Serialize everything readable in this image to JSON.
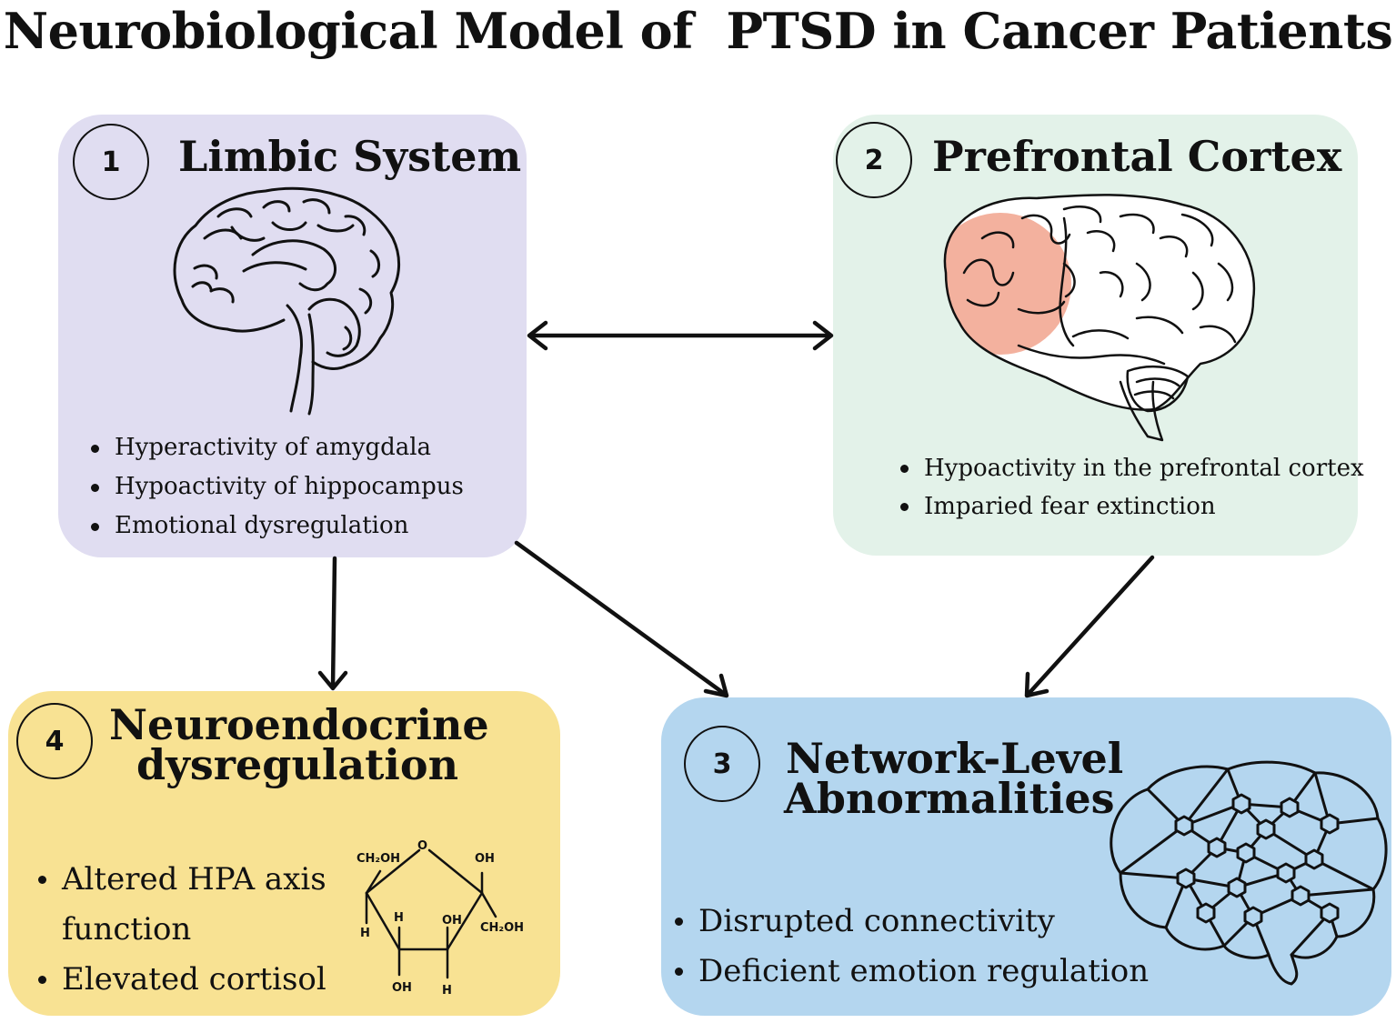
{
  "title": "Neurobiological Model of  PTSD in Cancer Patients",
  "panels": {
    "limbic": {
      "number": "1",
      "heading": "Limbic System",
      "bullets": [
        "Hyperactivity of amygdala",
        "Hypoactivity of hippocampus",
        "Emotional dysregulation"
      ],
      "color": "#e0ddf1",
      "icon": "brain-sagittal-icon"
    },
    "prefrontal": {
      "number": "2",
      "heading": "Prefrontal Cortex",
      "bullets": [
        "Hypoactivity in the prefrontal cortex",
        "Imparied fear extinction"
      ],
      "color": "#e3f2e9",
      "icon": "brain-prefrontal-highlight-icon"
    },
    "network": {
      "number": "3",
      "heading_lines": [
        "Network-Level",
        "Abnormalities"
      ],
      "bullets": [
        "Disrupted connectivity",
        "Deficient emotion regulation"
      ],
      "color": "#b4d6ef",
      "icon": "network-brain-icon"
    },
    "neuroendocrine": {
      "number": "4",
      "heading_lines": [
        "Neuroendocrine",
        "dysregulation"
      ],
      "bullets": [
        "Altered HPA axis function",
        "Elevated cortisol"
      ],
      "color": "#f8e293",
      "icon": "sugar-ring-structure-icon"
    }
  },
  "molecule_labels": {
    "o": "O",
    "ch2oh_left": "CH₂OH",
    "oh_top_right": "OH",
    "h_left": "H",
    "h_inner": "H",
    "oh_inner": "OH",
    "ch2oh_right": "CH₂OH",
    "oh_bottom": "OH",
    "h_bottom": "H"
  },
  "highlight_color": "#f2a894"
}
